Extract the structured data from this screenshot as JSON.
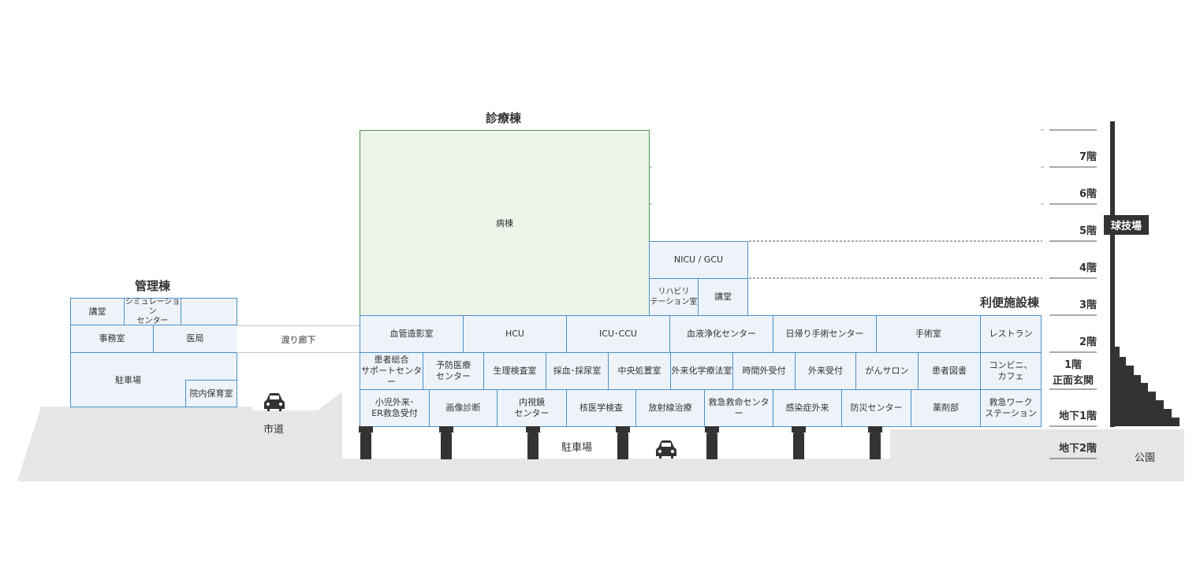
{
  "colors": {
    "room_fill": "#eef3fa",
    "room_border": "#4a90c8",
    "ward_fill": "#edf4ea",
    "ward_border": "#4c9a4c",
    "ground": "#e6e6e6",
    "dark": "#333333"
  },
  "icons": {
    "car": "car-icon"
  },
  "buildings": {
    "main": "診療棟",
    "admin": "管理棟",
    "amenity": "利便施設棟"
  },
  "floors": {
    "f7": "7階",
    "f6": "6階",
    "f5": "5階",
    "f4": "4階",
    "f3": "3階",
    "f2": "2階",
    "f1": "1階\n正面玄関",
    "b1": "地下1階",
    "b2": "地下2階"
  },
  "labels": {
    "corridor": "渡り廊下",
    "city_road": "市道",
    "park": "公園",
    "stadium": "球技場",
    "basement_parking": "駐車場"
  },
  "admin_rooms": {
    "auditorium": "講堂",
    "simulation": "シミュレーション\nセンター",
    "office": "事務室",
    "medical_office": "医局",
    "parking": "駐車場",
    "childcare": "院内保育室"
  },
  "main_rooms": {
    "ward": "病棟",
    "nicu": "NICU / GCU",
    "rehab": "リハビリ\nテーション室",
    "auditorium": "講堂",
    "f2": [
      "血管造影室",
      "HCU",
      "ICU･CCU",
      "血液浄化センター",
      "日帰り手術センター",
      "手術室",
      "レストラン"
    ],
    "f1": [
      "患者総合\nサポートセンター",
      "予防医療\nセンター",
      "生理検査室",
      "採血･採尿室",
      "中央処置室",
      "外来化学療法室",
      "時間外受付",
      "外来受付",
      "がんサロン",
      "患者図書",
      "コンビニ、\nカフェ"
    ],
    "b1": [
      "小児外来･\nER救急受付",
      "画像診断",
      "内視鏡\nセンター",
      "核医学検査",
      "放射線治療",
      "救急救命センター",
      "感染症外来",
      "防災センター",
      "薬剤部",
      "救急ワーク\nステーション"
    ]
  }
}
